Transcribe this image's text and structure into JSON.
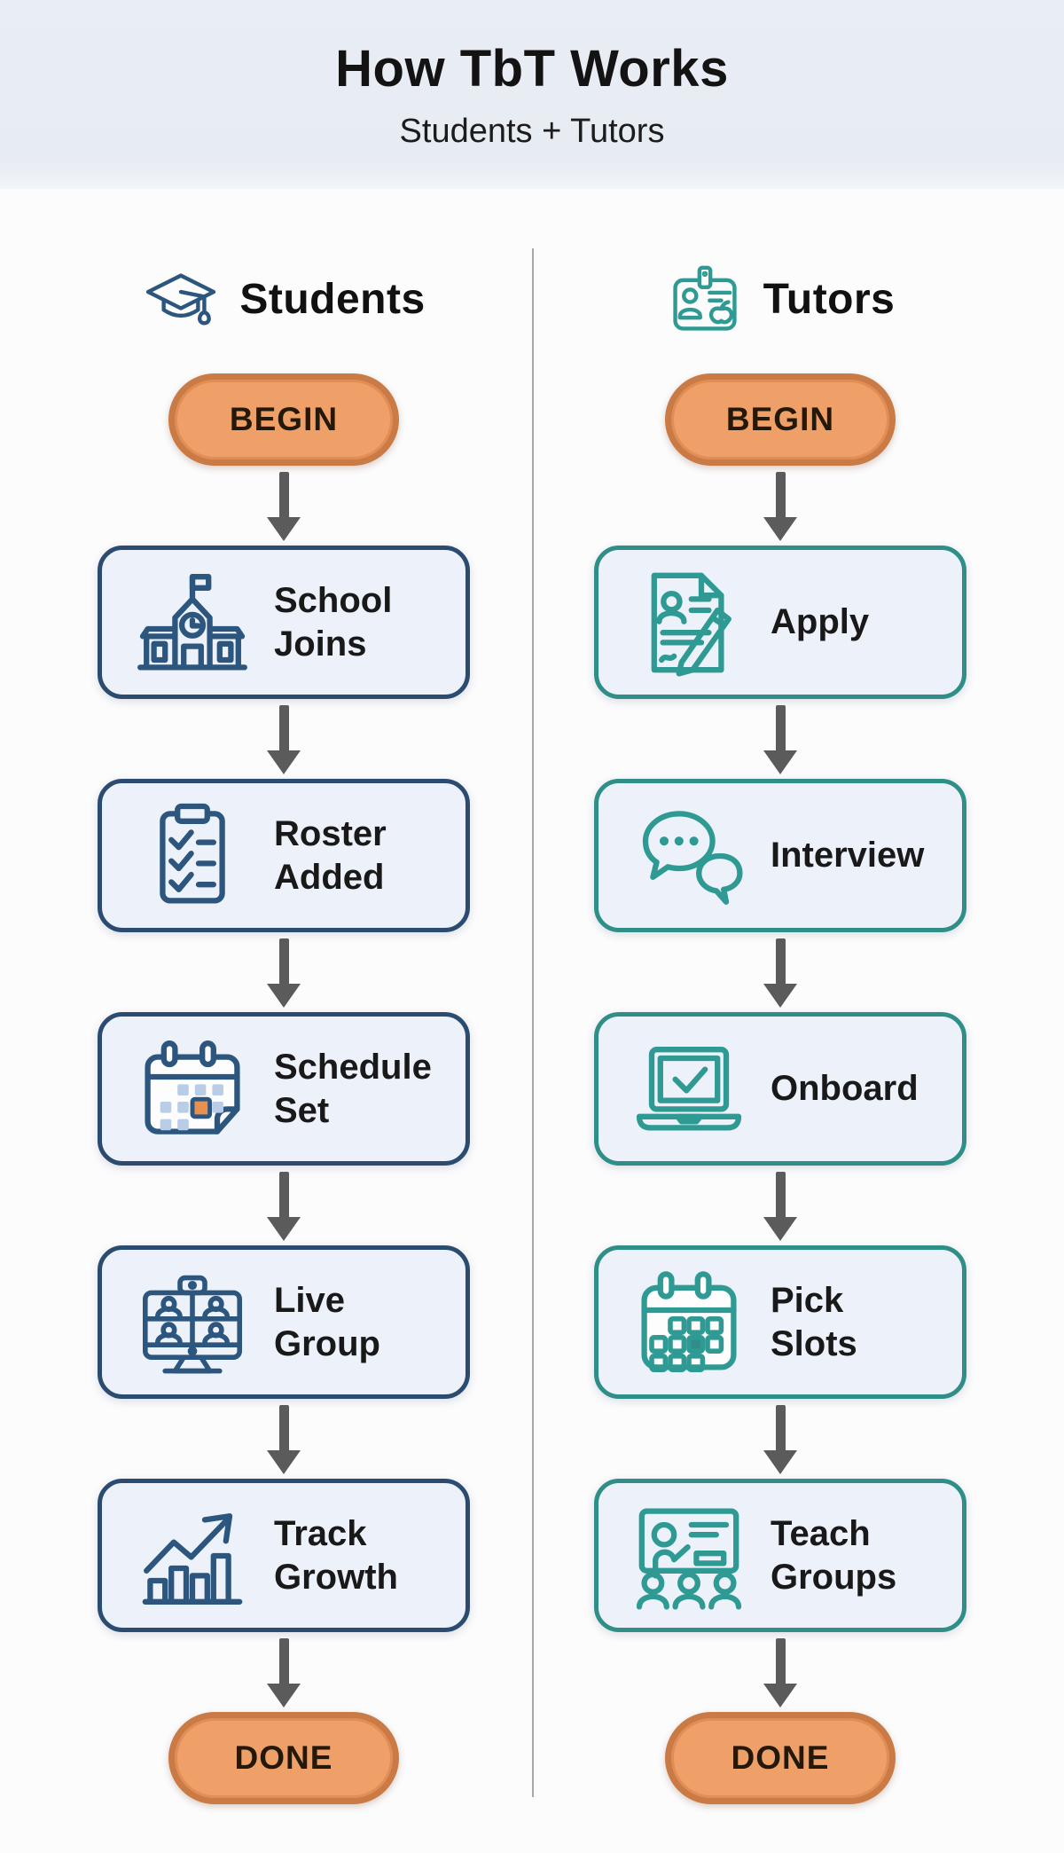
{
  "header": {
    "title": "How TbT Works",
    "subtitle": "Students + Tutors"
  },
  "students": {
    "heading": "Students",
    "heading_icon": "graduation-cap-icon",
    "begin": "BEGIN",
    "done": "DONE",
    "steps": [
      {
        "label": "School\nJoins",
        "icon": "school-building-icon"
      },
      {
        "label": "Roster\nAdded",
        "icon": "clipboard-checklist-icon"
      },
      {
        "label": "Schedule\nSet",
        "icon": "calendar-date-icon"
      },
      {
        "label": "Live\nGroup",
        "icon": "video-call-icon"
      },
      {
        "label": "Track\nGrowth",
        "icon": "growth-chart-icon"
      }
    ]
  },
  "tutors": {
    "heading": "Tutors",
    "heading_icon": "id-badge-icon",
    "begin": "BEGIN",
    "done": "DONE",
    "steps": [
      {
        "label": "Apply",
        "icon": "application-form-icon"
      },
      {
        "label": "Interview",
        "icon": "chat-bubbles-icon"
      },
      {
        "label": "Onboard",
        "icon": "laptop-check-icon"
      },
      {
        "label": "Pick\nSlots",
        "icon": "calendar-grid-icon"
      },
      {
        "label": "Teach\nGroups",
        "icon": "teach-board-icon"
      }
    ]
  },
  "colors": {
    "header_band": "#e9edf4",
    "page_background": "#fcfcfd",
    "students_accent": "#2b4c70",
    "tutors_accent": "#2f8f88",
    "step_fill": "#edf2fa",
    "pill_fill": "#efa069",
    "pill_border": "#c97a45",
    "arrow": "#5b5b5b",
    "calendar_highlight": "#e89050"
  }
}
